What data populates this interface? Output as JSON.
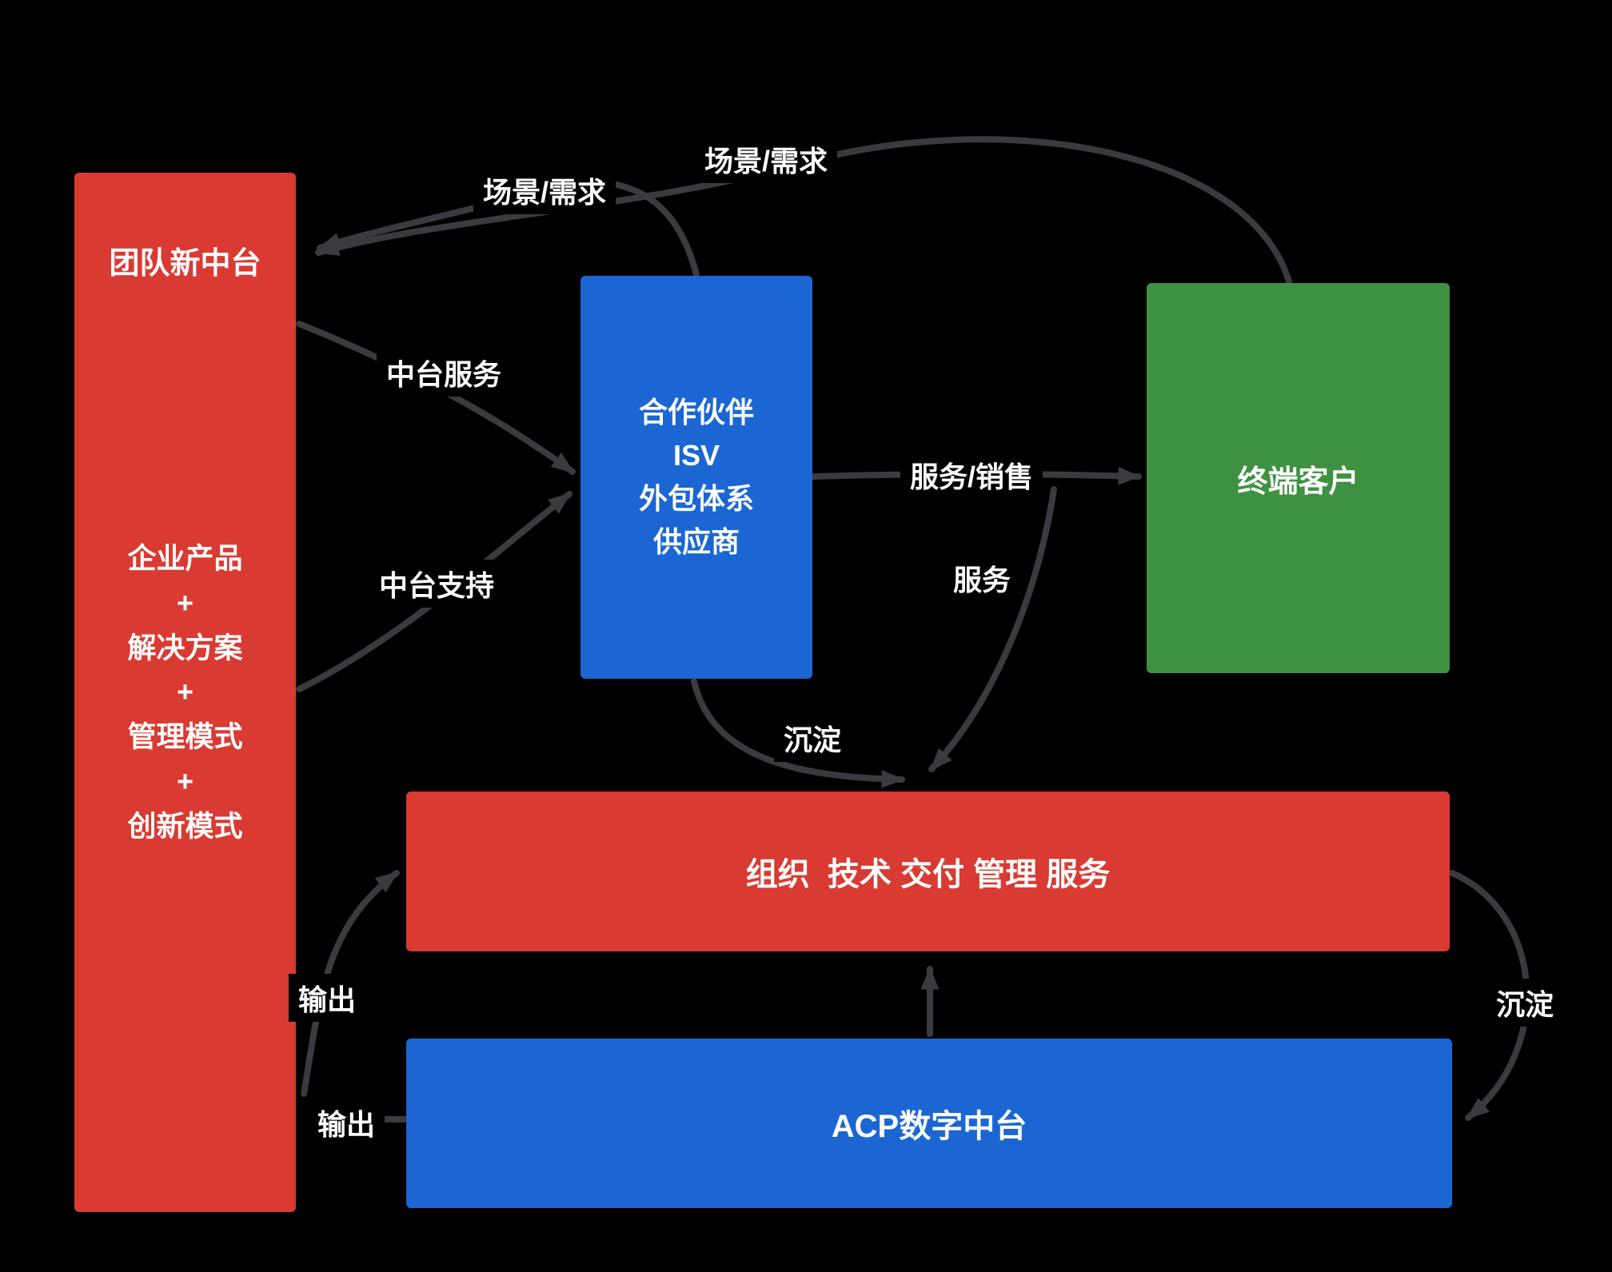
{
  "diagram": {
    "background": "#000000",
    "arrow_color": "#3a3a3f",
    "colors": {
      "red": "#d93a32",
      "blue": "#1b66d2",
      "green": "#3f9142",
      "text": "#ffffff"
    },
    "nodes": {
      "team": {
        "title": "团队新中台",
        "body": "企业产品\n+\n解决方案\n+\n管理模式\n+\n创新模式",
        "color": "#d93a32"
      },
      "partners": {
        "body": "合作伙伴\nISV\n外包体系\n供应商",
        "color": "#1b66d2"
      },
      "customers": {
        "title": "终端客户",
        "color": "#3f9142"
      },
      "org": {
        "title": "组织  技术 交付 管理 服务",
        "color": "#d93a32"
      },
      "acp": {
        "title": "ACP数字中台",
        "color": "#1b66d2"
      }
    },
    "edge_labels": [
      {
        "text": "场景/需求",
        "from": "终端客户",
        "to": "团队新中台"
      },
      {
        "text": "场景/需求",
        "from": "合作伙伴/ISV/外包体系/供应商",
        "to": "团队新中台"
      },
      {
        "text": "中台服务",
        "from": "团队新中台",
        "to": "合作伙伴/ISV/外包体系/供应商"
      },
      {
        "text": "中台支持",
        "from": "团队新中台",
        "to": "合作伙伴/ISV/外包体系/供应商"
      },
      {
        "text": "服务/销售",
        "from": "合作伙伴/ISV/外包体系/供应商",
        "to": "终端客户"
      },
      {
        "text": "服务",
        "from": "服务/销售",
        "to": "组织 技术 交付 管理 服务"
      },
      {
        "text": "沉淀",
        "from": "合作伙伴/ISV/外包体系/供应商",
        "to": "组织 技术 交付 管理 服务"
      },
      {
        "text": "沉淀",
        "from": "组织 技术 交付 管理 服务",
        "to": "ACP数字中台"
      },
      {
        "text": "输出",
        "from": "团队新中台",
        "to": "组织 技术 交付 管理 服务"
      },
      {
        "text": "输出",
        "from": "ACP数字中台",
        "to": "团队新中台"
      }
    ]
  }
}
